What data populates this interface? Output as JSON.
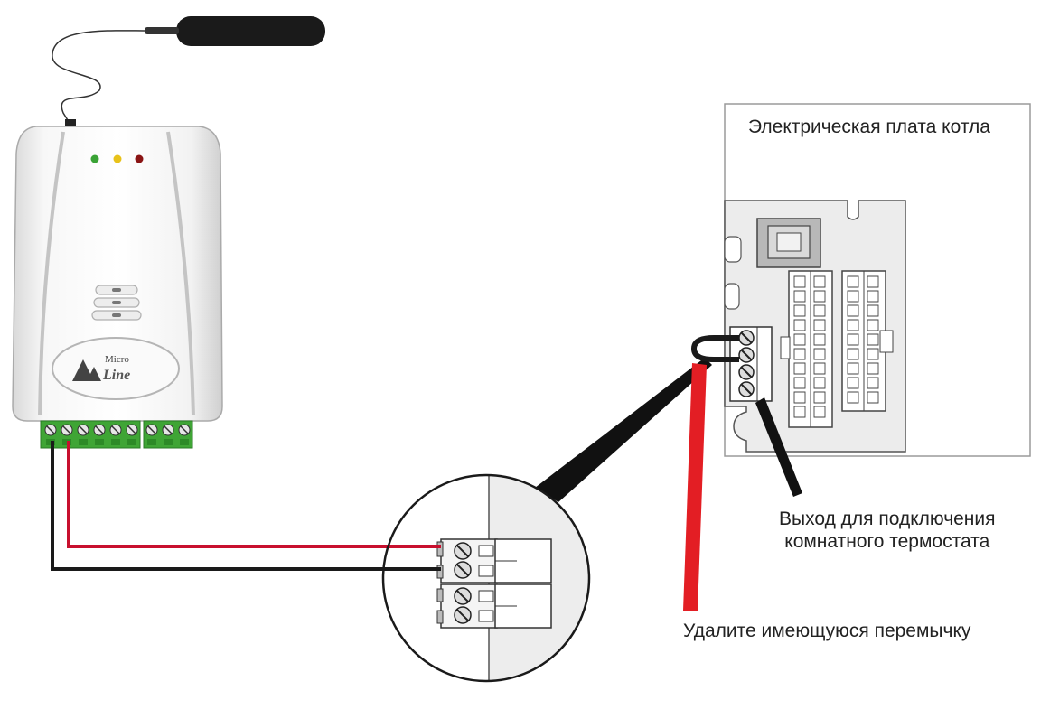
{
  "labels": {
    "board_title": "Электрическая плата котла",
    "thermostat_output_line1": "Выход для подключения",
    "thermostat_output_line2": "комнатного термостата",
    "remove_jumper": "Удалите имеющуюся перемычку"
  },
  "device": {
    "logo_line1": "Micro",
    "logo_line2": "Line"
  },
  "colors": {
    "red_wire": "#c8102e",
    "black_wire": "#1a1a1a",
    "terminal_green": "#3fa535",
    "led_green": "#3aa335",
    "led_yellow": "#e8c21a",
    "led_red": "#8a1414",
    "red_pointer": "#e31e24"
  }
}
